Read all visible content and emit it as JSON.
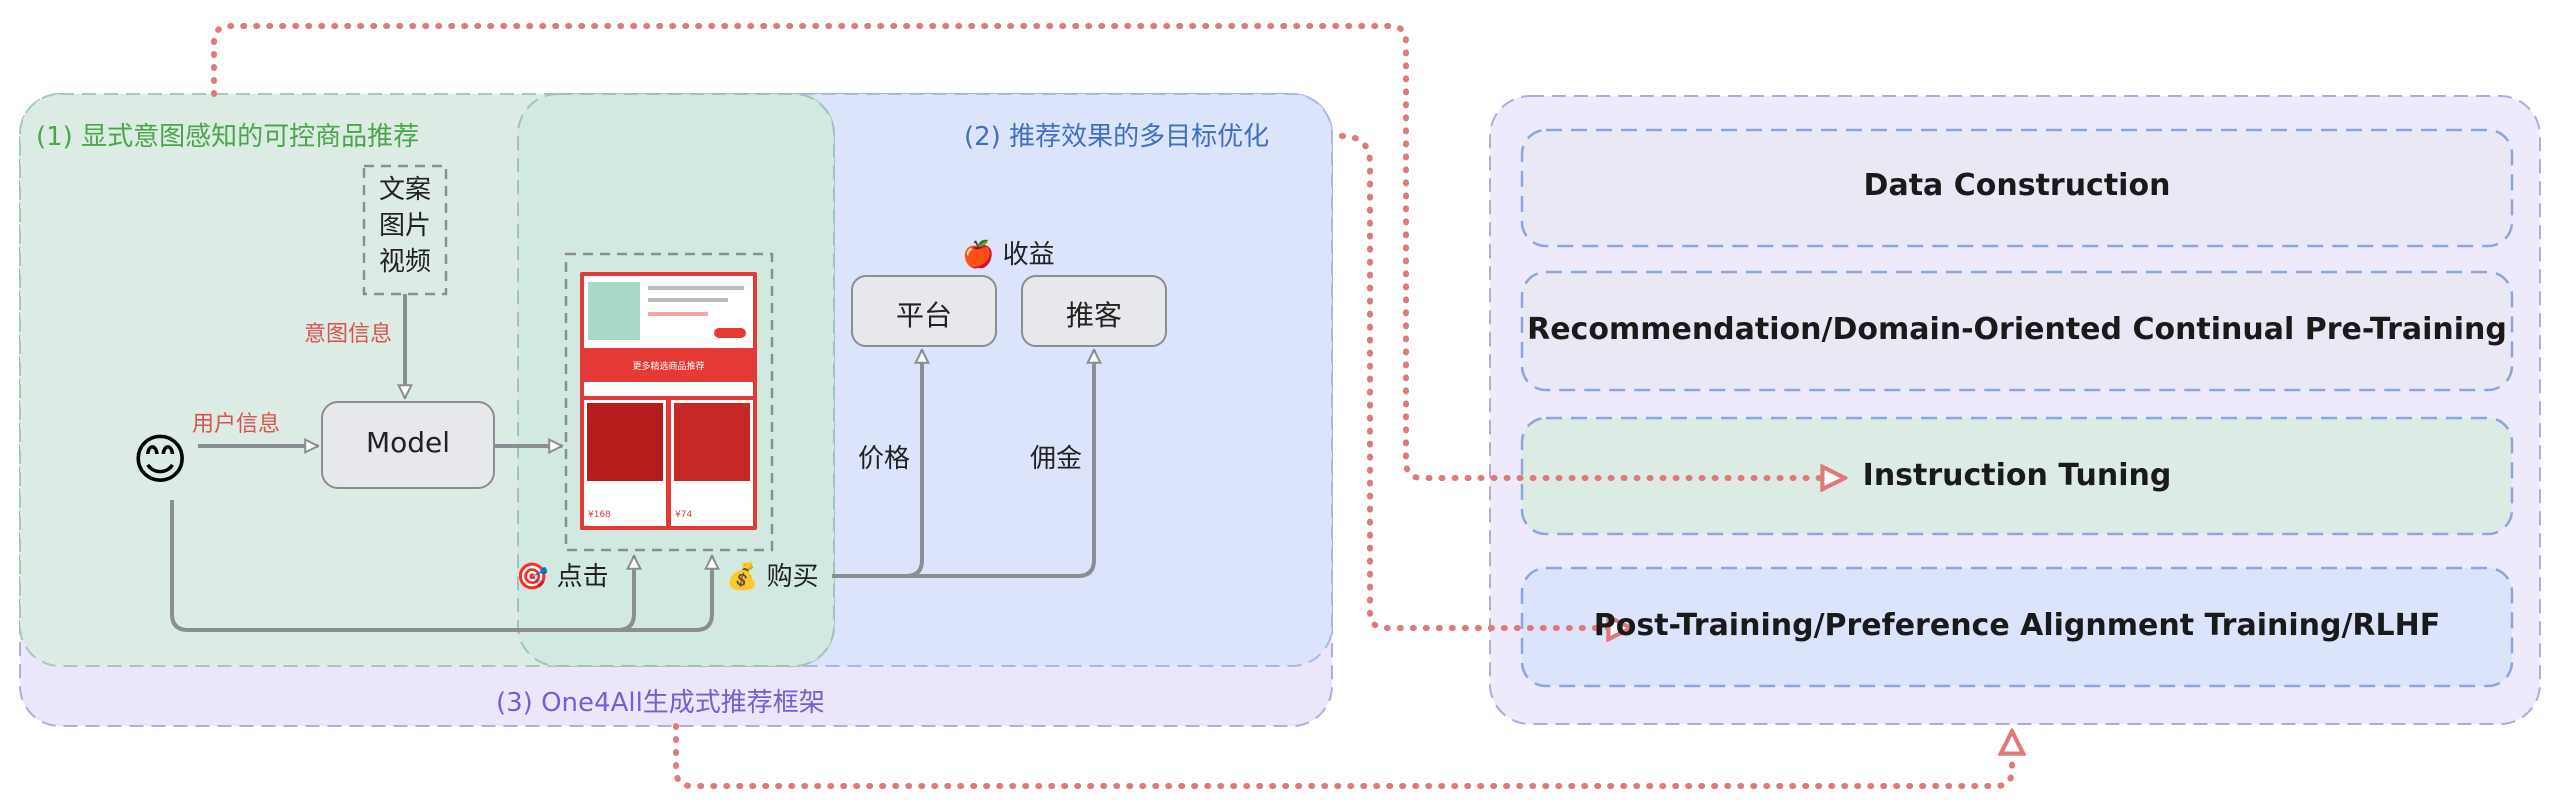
{
  "left_panel": {
    "section1_title": "(1) 显式意图感知的可控商品推荐",
    "section2_title": "(2) 推荐效果的多目标优化",
    "section3_title": "(3) One4All生成式推荐框架",
    "content_types": [
      "文案",
      "图片",
      "视频"
    ],
    "intent_label": "意图信息",
    "user_label": "用户信息",
    "model_label": "Model",
    "user_emoji": "😊",
    "click_label": "🎯 点击",
    "purchase_label": "💰 购买",
    "revenue_label": "🍎 收益",
    "platform_label": "平台",
    "promoter_label": "推客",
    "price_label": "价格",
    "commission_label": "佣金",
    "phone_banner": "更多精选商品推荐",
    "phone_price_left": "¥168",
    "phone_price_right": "¥74"
  },
  "right_panel": {
    "stages": [
      "Data Construction",
      "Recommendation/Domain-Oriented Continual Pre-Training",
      "Instruction Tuning",
      "Post-Training/Preference Alignment Training/RLHF"
    ]
  },
  "colors": {
    "green_region": "#dcebe3",
    "blue_region": "#dbe4fb",
    "purple_region": "#ece6fb",
    "teal_overlap": "#d4ebe3",
    "arrow_red": "#e07a7a",
    "box_fill": "#e6e8ec",
    "box_stroke": "#8a8d92"
  }
}
